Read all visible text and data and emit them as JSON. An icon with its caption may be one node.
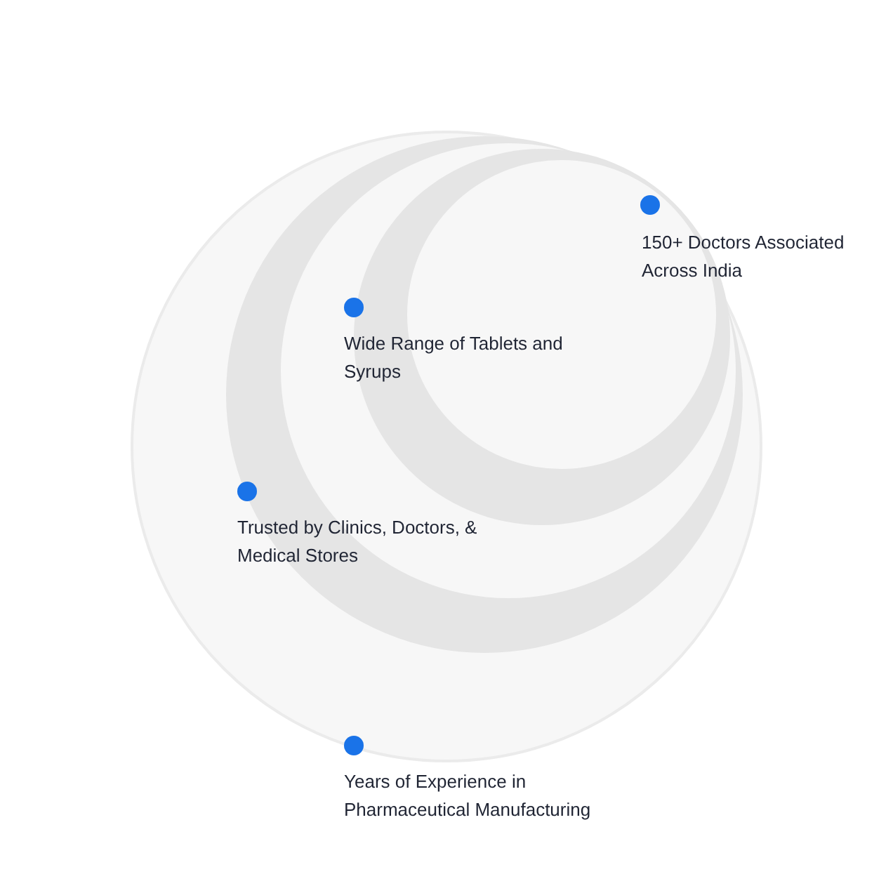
{
  "diagram": {
    "labels": [
      "150+ Doctors Associated Across India",
      "Wide Range of Tablets and Syrups",
      "Trusted by Clinics, Doctors, & Medical Stores",
      "Years of Experience in Pharmaceutical Manufacturing"
    ]
  }
}
